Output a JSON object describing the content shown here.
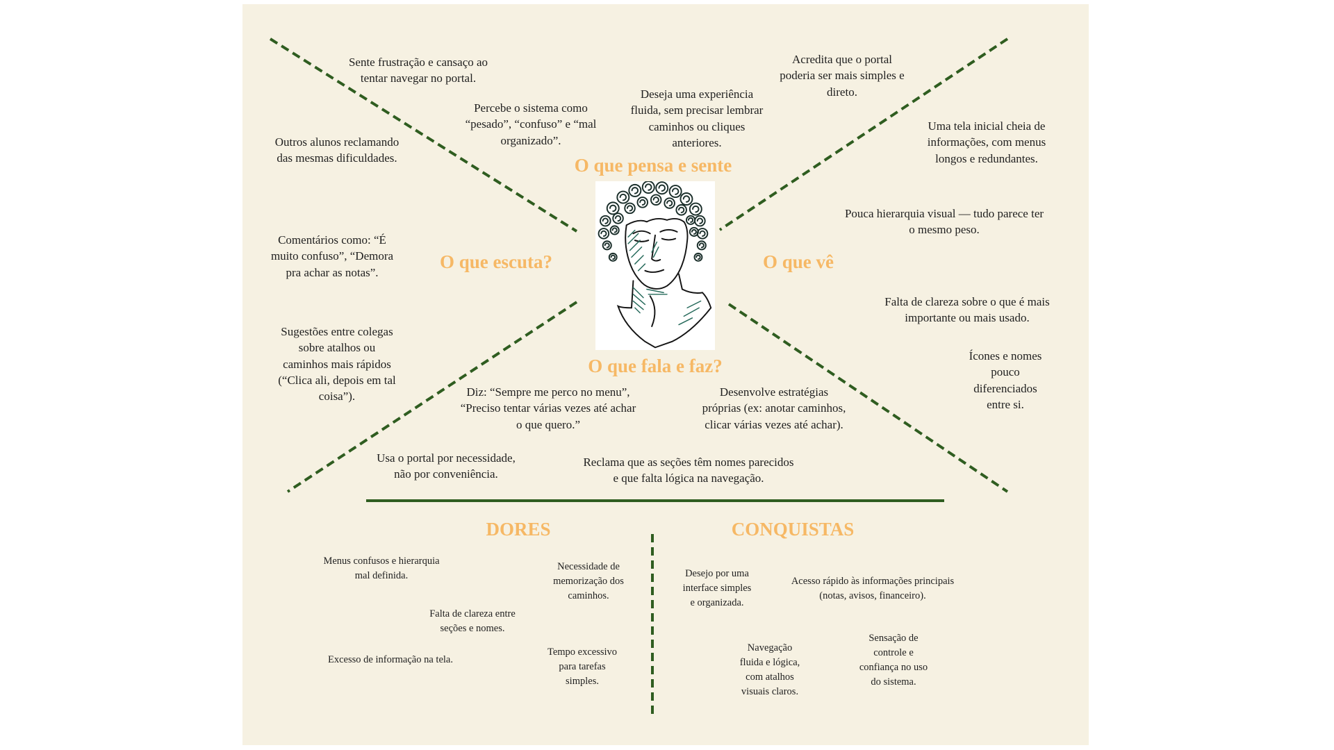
{
  "colors": {
    "page_background": "#ffffff",
    "panel": "#f6f1e2",
    "heading": "#f6b865",
    "divider": "#2f5d20",
    "text": "#1f1f1f"
  },
  "sections": {
    "thinks_feels": {
      "title": "O que pensa e sente",
      "items": [
        "Sente frustração e cansaço ao\ntentar navegar no portal.",
        "Percebe o sistema como\n“pesado”, “confuso” e “mal\norganizado”.",
        "Deseja uma experiência\nfluida, sem precisar lembrar\ncaminhos ou cliques\nanteriores.",
        "Acredita que o portal\npoderia ser mais simples e\ndireto."
      ]
    },
    "hears": {
      "title": "O que escuta?",
      "items": [
        "Outros alunos reclamando\ndas mesmas dificuldades.",
        "Comentários como: “É\nmuito confuso”, “Demora\npra achar as notas”.",
        "Sugestões entre colegas\nsobre atalhos ou\ncaminhos mais rápidos\n(“Clica ali, depois em tal\ncoisa”)."
      ]
    },
    "sees": {
      "title": "O que vê",
      "items": [
        "Uma tela inicial cheia de\ninformações, com menus\nlongos e redundantes.",
        "Pouca hierarquia visual — tudo parece ter\no mesmo peso.",
        "Falta de clareza sobre o que é mais\nimportante ou mais usado.",
        "Ícones e nomes\npouco\ndiferenciados\nentre si."
      ]
    },
    "says_does": {
      "title": "O que fala e faz?",
      "items": [
        "Diz: “Sempre me perco no menu”,\n“Preciso tentar várias vezes até achar\no que quero.”",
        "Desenvolve estratégias\npróprias (ex: anotar caminhos,\nclicar várias vezes até achar).",
        "Usa o portal por necessidade,\nnão por conveniência.",
        "Reclama que as seções têm nomes parecidos\ne que falta lógica na navegação."
      ]
    },
    "pains": {
      "title": "DORES",
      "items": [
        "Menus confusos e hierarquia\nmal definida.",
        "Necessidade de\nmemorização dos\ncaminhos.",
        "Falta de clareza entre\nseções e nomes.",
        "Excesso de informação na tela.",
        "Tempo excessivo\npara tarefas\nsimples."
      ]
    },
    "gains": {
      "title": "CONQUISTAS",
      "items": [
        "Desejo por uma\ninterface simples\ne organizada.",
        "Acesso rápido às informações principais\n(notas, avisos, financeiro).",
        "Navegação\nfluida e lógica,\ncom atalhos\nvisuais claros.",
        "Sensação de\ncontrole e\nconfiança no uso\ndo sistema."
      ]
    }
  }
}
